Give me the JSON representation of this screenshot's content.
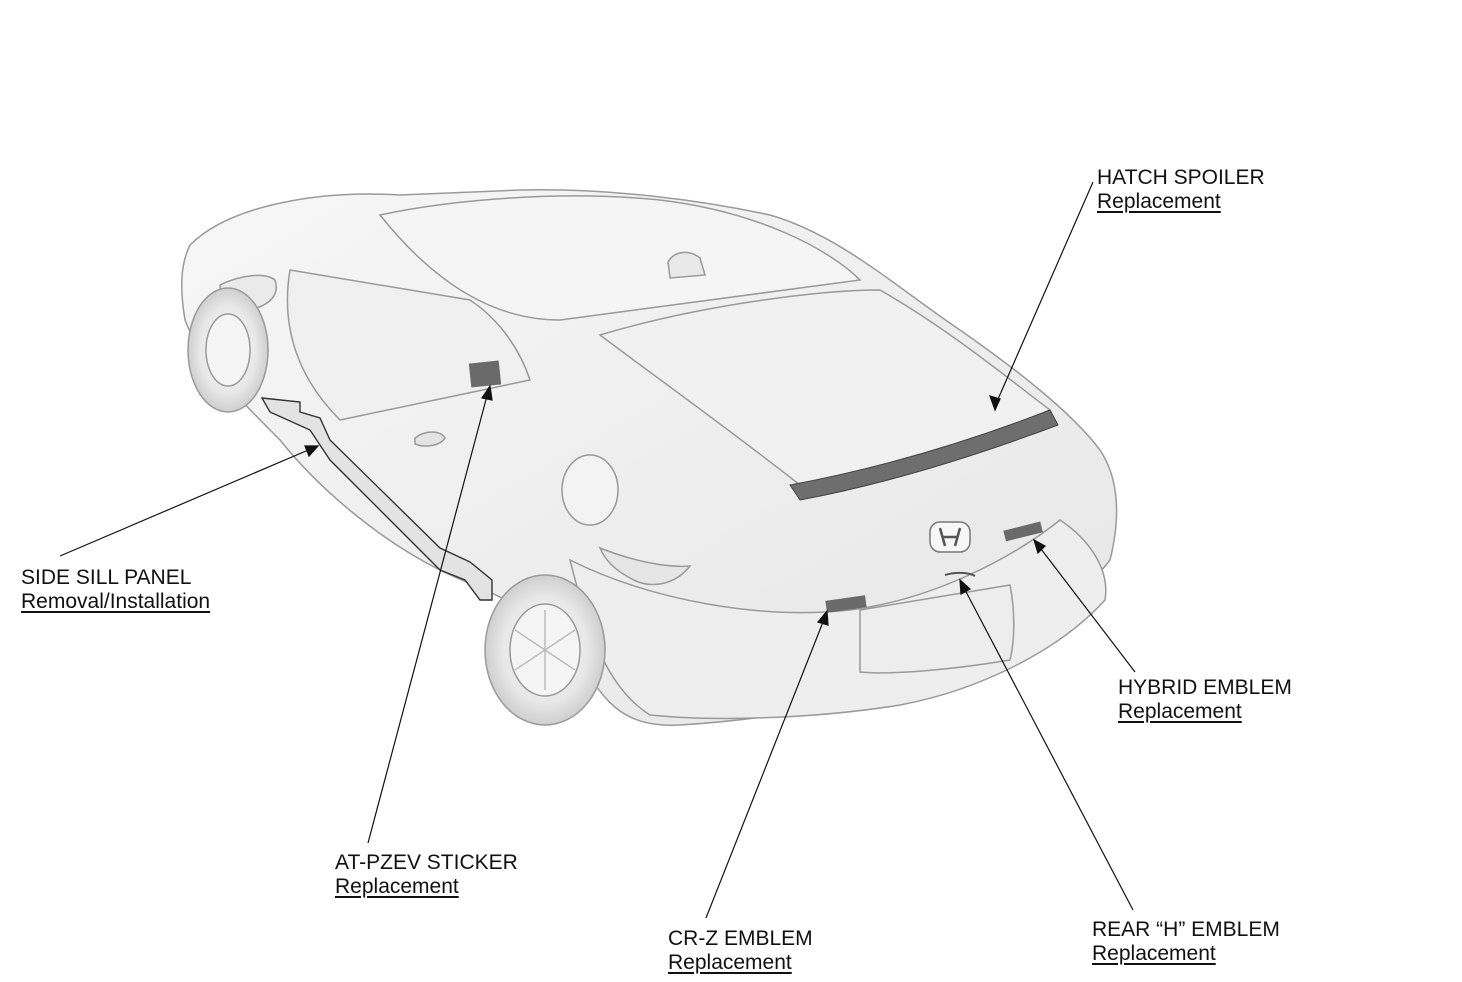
{
  "callouts": {
    "hatch_spoiler": {
      "name": "HATCH SPOILER",
      "action": "Replacement"
    },
    "side_sill_panel": {
      "name": "SIDE SILL PANEL",
      "action": "Removal/Installation"
    },
    "at_pzev_sticker": {
      "name": "AT-PZEV STICKER",
      "action": "Replacement"
    },
    "cr_z_emblem": {
      "name": "CR-Z EMBLEM",
      "action": "Replacement"
    },
    "hybrid_emblem": {
      "name": "HYBRID EMBLEM",
      "action": "Replacement"
    },
    "rear_h_emblem": {
      "name": "REAR “H” EMBLEM",
      "action": "Replacement"
    }
  },
  "colors": {
    "body": "#f2f2f2",
    "outline": "#9a9a9a",
    "part": "#6e6e6e",
    "leader": "#111111"
  }
}
